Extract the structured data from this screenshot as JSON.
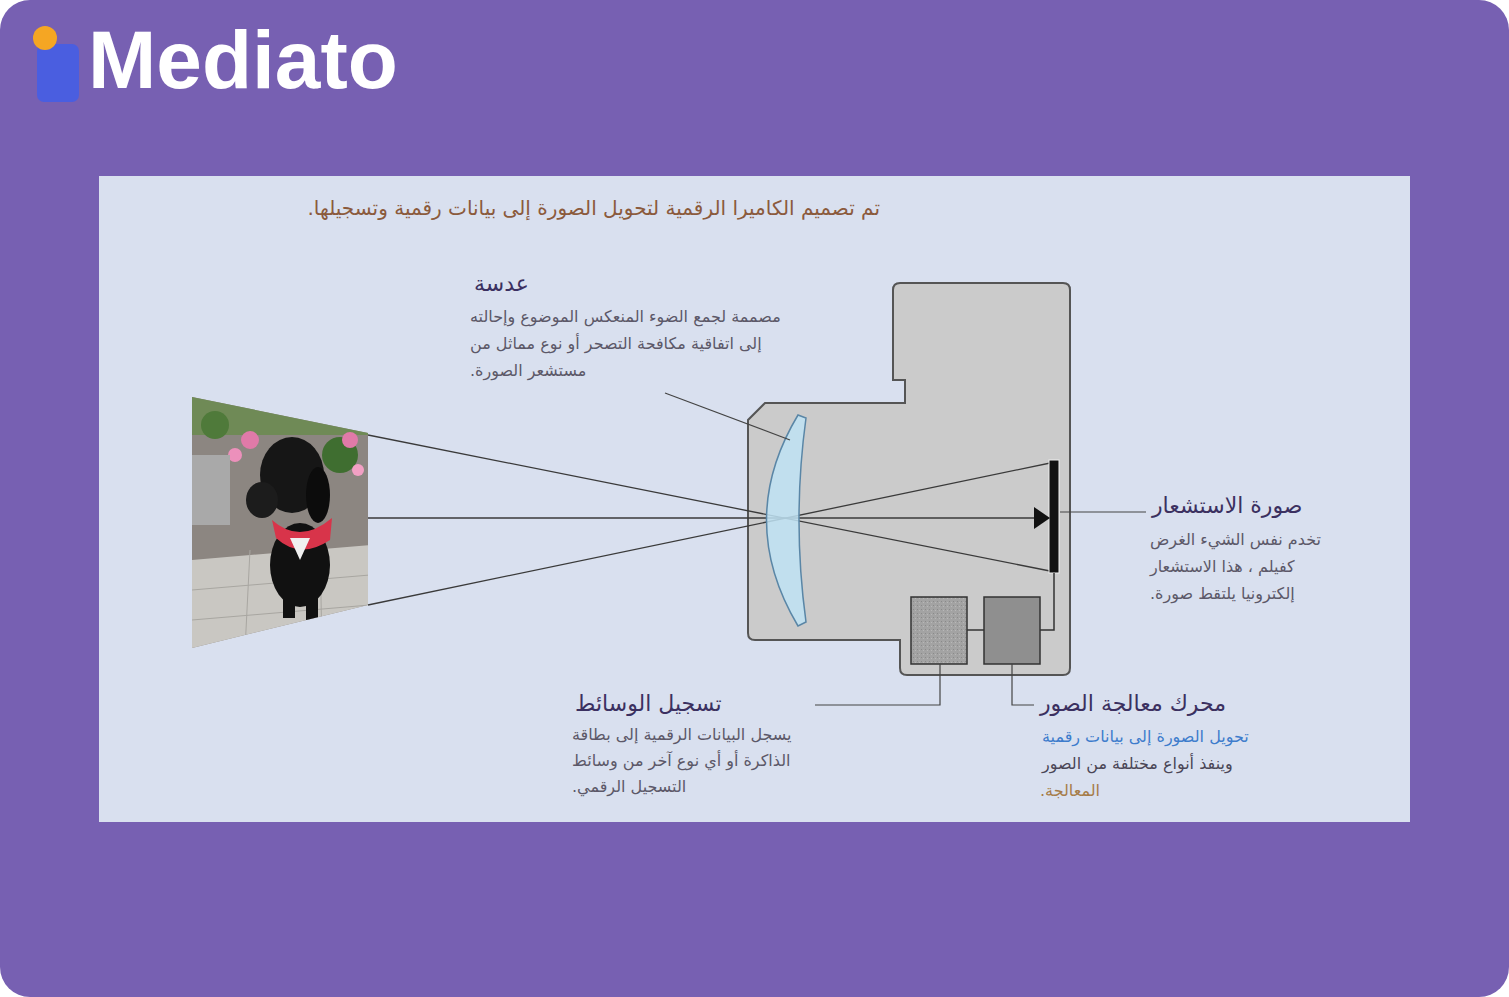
{
  "diagram": {
    "title": "تم تصميم الكاميرا الرقمية لتحويل الصورة إلى بيانات رقمية وتسجيلها.",
    "labels": [
      "Mediato",
      "عدسة",
      "مصممة لجمع الضوء المنعكس الموضوع وإحالته إلى اتفاقية مكافحة التصحر أو نوع مماثل من مستشعر الصورة.",
      "صورة الاستشعار",
      "تخدم نفس الشيء الغرض كفيلم ، هذا الاستشعار إلكترونيا يلتقط صورة.",
      "تسجيل الوسائط",
      "يسجل البيانات الرقمية إلى بطاقة الذاكرة أو أي نوع آخر من وسائط التسجيل الرقمي.",
      "محرك معالجة الصور",
      "تحويل الصورة إلى بيانات رقمية",
      "وينفذ أنواع مختلفة من الصور",
      "المعالجة."
    ]
  }
}
